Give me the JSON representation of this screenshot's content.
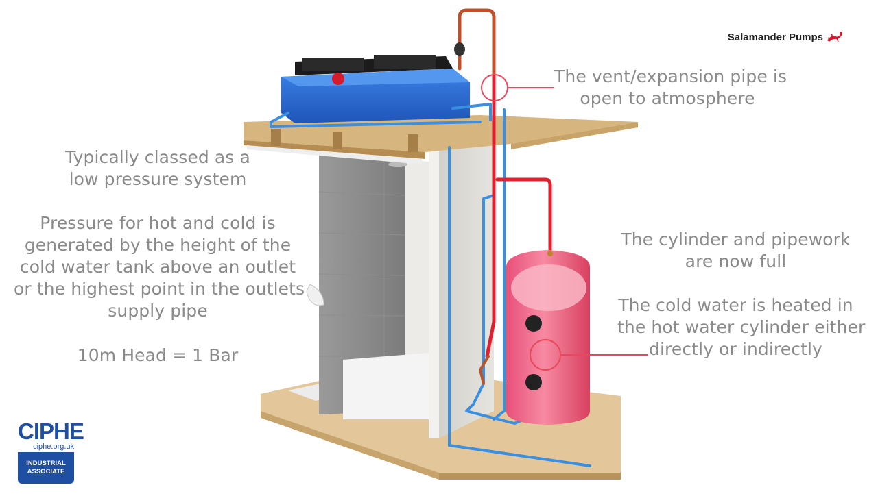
{
  "brand": {
    "name": "Salamander Pumps",
    "accent": "#d3192b"
  },
  "captions": {
    "vent": [
      "The vent/expansion pipe is",
      "open to atmosphere"
    ],
    "system": [
      "Typically classed as a",
      "low pressure system"
    ],
    "pressure": [
      "Pressure for hot and cold is",
      "generated by the height of the",
      "cold water tank above an outlet",
      "or the highest point in the outlets",
      "supply pipe"
    ],
    "head": [
      "10m Head = 1 Bar"
    ],
    "full": [
      "The cylinder and pipework",
      "are now full"
    ],
    "heated": [
      "The cold water is heated in",
      "the hot water cylinder either",
      "directly or indirectly"
    ]
  },
  "logo": {
    "title": "CIPHE",
    "url": "ciphe.org.uk",
    "badge": [
      "INDUSTRIAL",
      "ASSOCIATE"
    ],
    "color": "#1e4fa3"
  },
  "colors": {
    "caption_text": "#8a8a8a",
    "callout": "#e8485a",
    "cold_pipe": "#3a8fe0",
    "hot_pipe": "#e0202e",
    "tank": "#2f6fd6",
    "cylinder": "#f06a86",
    "floor": "#d9b98a",
    "wall": "#d8d6d2"
  },
  "icons": [
    "salamander-icon"
  ]
}
